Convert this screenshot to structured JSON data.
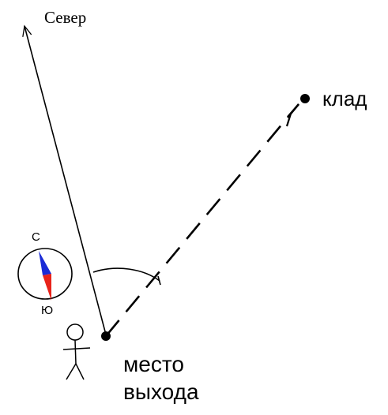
{
  "labels": {
    "north": "Север",
    "treasure": "клад",
    "start_line1": "место",
    "start_line2": "выхода"
  },
  "compass": {
    "north_letter": "С",
    "south_letter": "Ю",
    "north_needle_color": "#1a2bd6",
    "south_needle_color": "#e8231a"
  },
  "colors": {
    "ink": "#000000",
    "background": "#ffffff"
  }
}
